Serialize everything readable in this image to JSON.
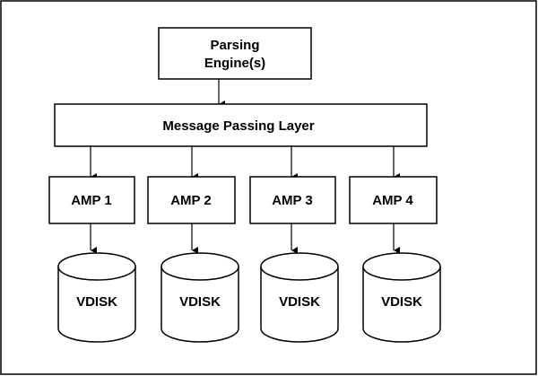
{
  "diagram": {
    "parsing_engine": {
      "line1": "Parsing",
      "line2": "Engine(s)"
    },
    "message_layer": {
      "label": "Message Passing Layer"
    },
    "amps": [
      {
        "label": "AMP 1"
      },
      {
        "label": "AMP 2"
      },
      {
        "label": "AMP 3"
      },
      {
        "label": "AMP 4"
      }
    ],
    "vdisks": [
      {
        "label": "VDISK"
      },
      {
        "label": "VDISK"
      },
      {
        "label": "VDISK"
      },
      {
        "label": "VDISK"
      }
    ],
    "colors": {
      "stroke": "#000000",
      "fill": "#ffffff"
    }
  }
}
